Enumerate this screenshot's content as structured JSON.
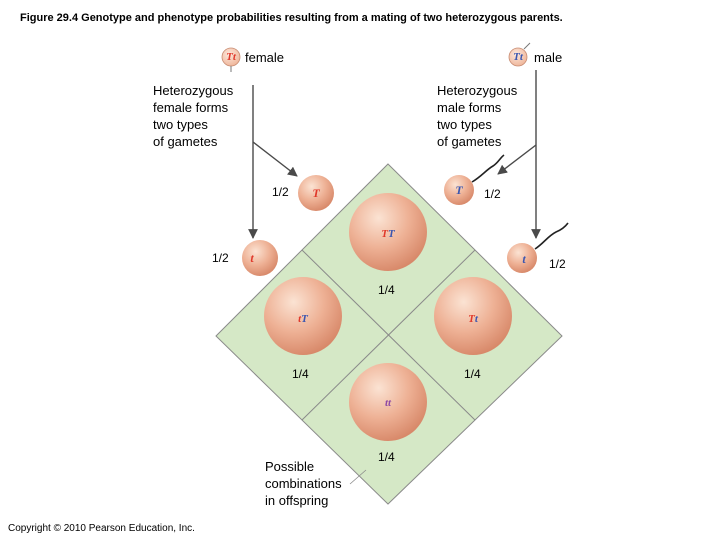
{
  "title": "Figure 29.4  Genotype and phenotype probabilities resulting from a mating of two heterozygous parents.",
  "female_parent": {
    "genotype_first": "T",
    "genotype_second": "t",
    "label": "female",
    "symbol": "♀"
  },
  "male_parent": {
    "genotype_first": "T",
    "genotype_second": "t",
    "label": "male",
    "symbol": "♂"
  },
  "female_gametes_text": "Heterozygous\nfemale forms\ntwo types\nof gametes",
  "male_gametes_text": "Heterozygous\nmale forms\ntwo types\nof gametes",
  "gametes": {
    "female_T": {
      "allele": "T",
      "prob": "1/2"
    },
    "female_t": {
      "allele": "t",
      "prob": "1/2"
    },
    "male_T": {
      "allele": "T",
      "prob": "1/2"
    },
    "male_t": {
      "allele": "t",
      "prob": "1/2"
    }
  },
  "offspring": {
    "TT": {
      "first": "T",
      "second": "T",
      "prob": "1/4"
    },
    "tT": {
      "first": "t",
      "second": "T",
      "prob": "1/4"
    },
    "Tt": {
      "first": "T",
      "second": "t",
      "prob": "1/4"
    },
    "tt": {
      "first": "t",
      "second": "t",
      "prob": "1/4"
    }
  },
  "offspring_caption": "Possible\ncombinations\nin offspring",
  "copyright": "Copyright © 2010 Pearson Education, Inc.",
  "colors": {
    "grid_fill": "#d5e8c6",
    "grid_stroke": "#8a8a8a",
    "cell_fill": "#e9a887",
    "female_allele": "#e0392b",
    "male_allele": "#3a56b0",
    "tt_allele": "#8f4aa5"
  }
}
